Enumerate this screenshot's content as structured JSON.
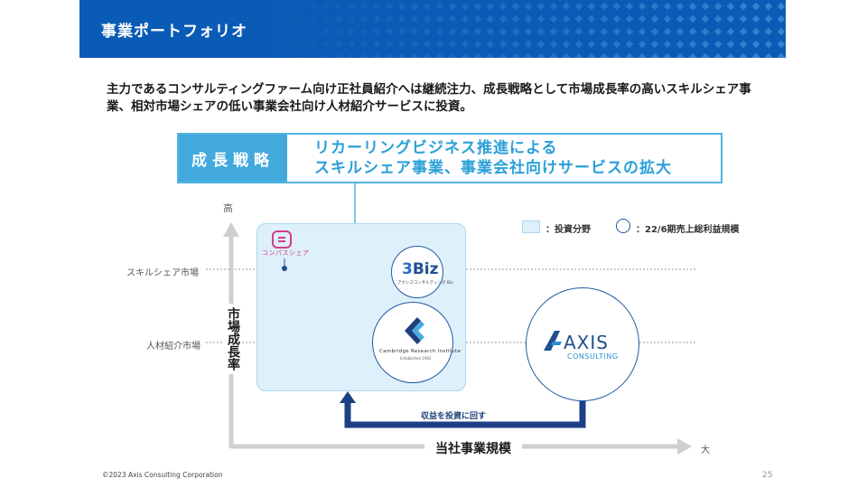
{
  "header": {
    "title": "事業ポートフォリオ"
  },
  "lead_text": "主力であるコンサルティングファーム向け正社員紹介へは継続注力、成長戦略として市場成長率の高いスキルシェア事業、相対市場シェアの低い事業会社向け人材紹介サービスに投資。",
  "strategy": {
    "tag": "成長戦略",
    "line1": "リカーリングビジネス推進による",
    "line2": "スキルシェア事業、事業会社向けサービスの拡大"
  },
  "matrix": {
    "y_axis_label": "市場成長率",
    "y_axis_high": "高",
    "x_axis_label": "当社事業規模",
    "x_axis_large": "大",
    "rows": [
      "スキルシェア市場",
      "人材紹介市場"
    ],
    "loop_label": "収益を投資に回す"
  },
  "legend": {
    "invest_area": "：投資分野",
    "bubble_size": "：22/6期売上総利益規模"
  },
  "logos": {
    "conpath": "コンパスシェア",
    "biz": "Biz",
    "biz_sub": "アクシスコンサルティング Biz",
    "crs": "Cambridge Research Institute",
    "crs_sub": "Established 1983",
    "axis": "AXIS",
    "axis_sub": "CONSULTING"
  },
  "colors": {
    "header_blue": "#0a5bb5",
    "accent_blue": "#42a9dd",
    "navy": "#1f4f8f",
    "invest_fill": "#def0f9"
  },
  "footer": {
    "copyright": "©2023 Axis Consulting Corporation",
    "page": "25"
  }
}
